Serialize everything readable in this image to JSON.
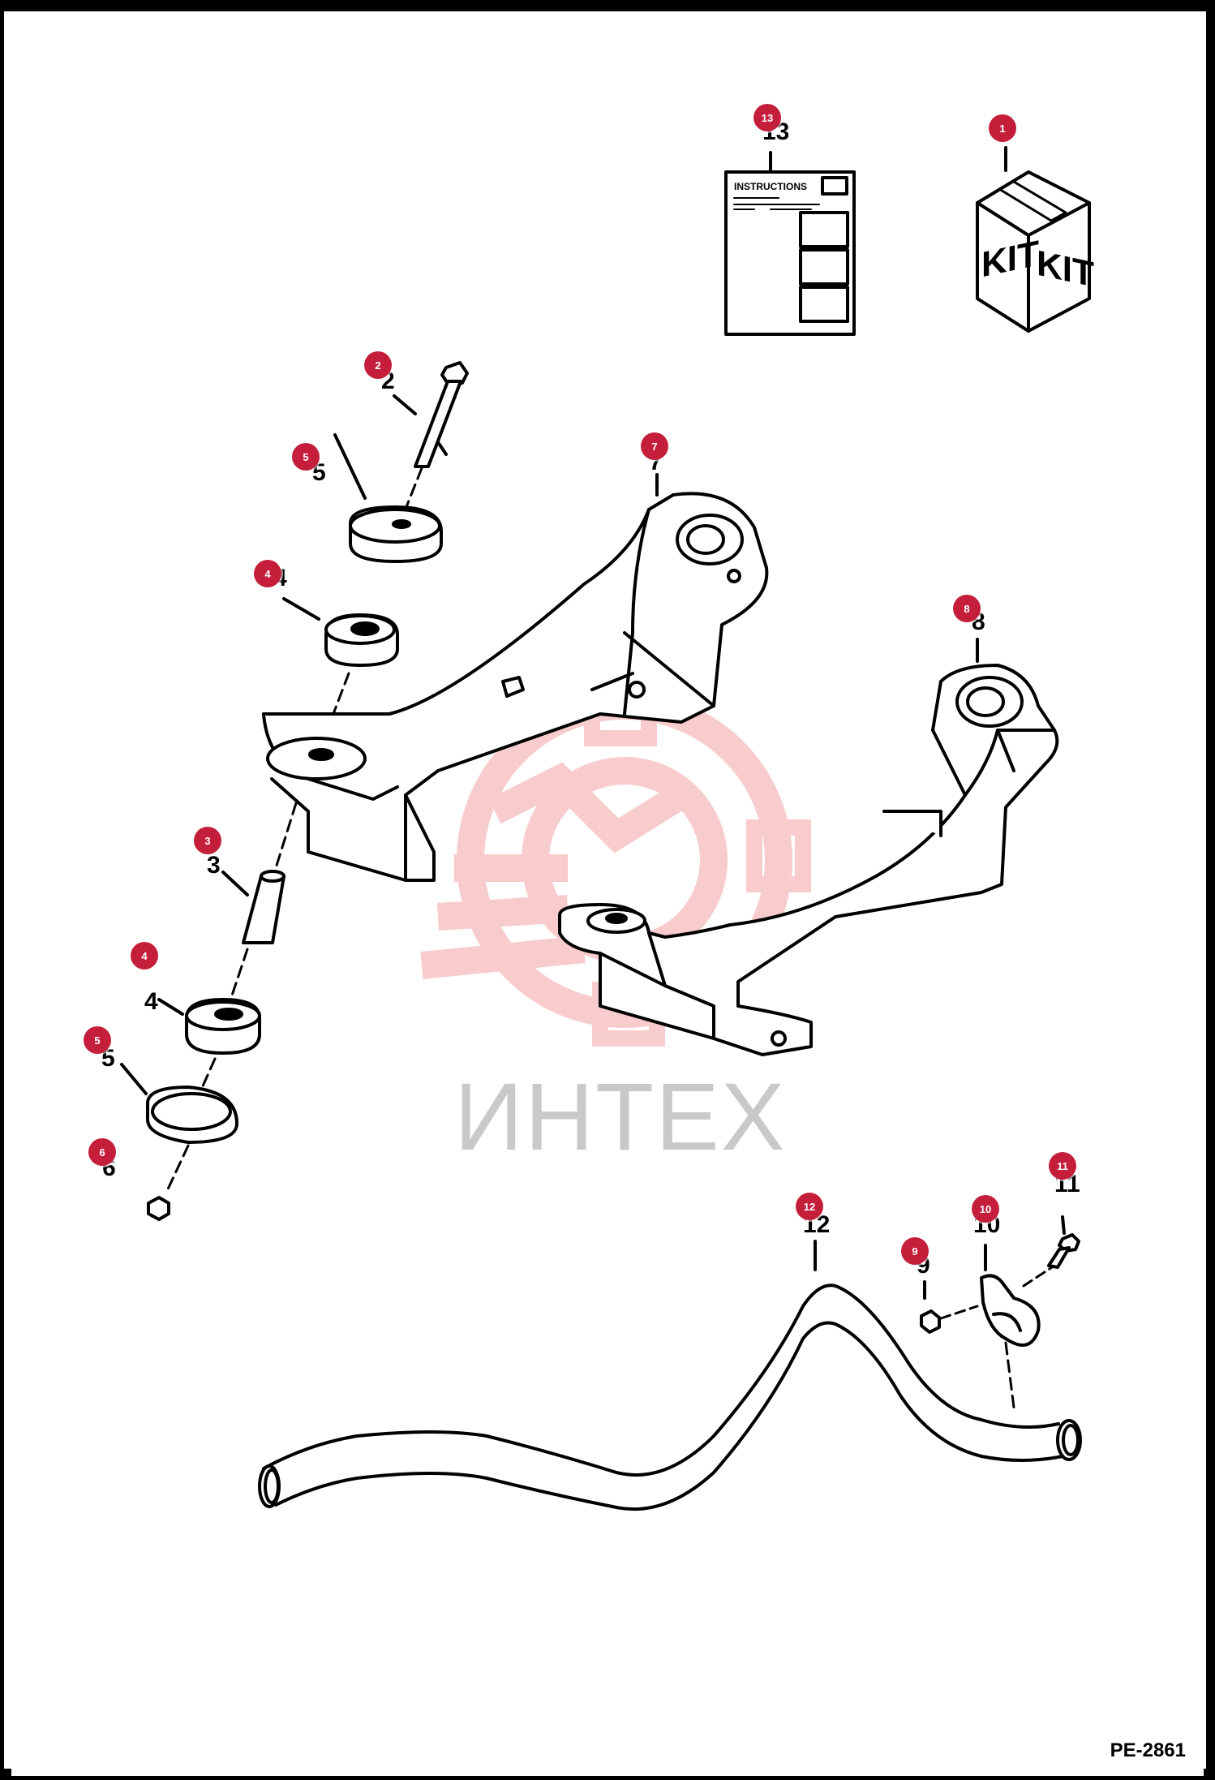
{
  "document_id": "PE-2861",
  "watermark_text": "ИНТЕХ",
  "kit_label": "KIT",
  "instructions_label": "INSTRUCTIONS",
  "colors": {
    "marker": "#c41e3a",
    "watermark": "#f4b8b8",
    "line": "#000000"
  },
  "callouts": [
    {
      "id": 1,
      "number": "1"
    },
    {
      "id": 2,
      "number": "2"
    },
    {
      "id": 3,
      "number": "3"
    },
    {
      "id": 4,
      "number": "4"
    },
    {
      "id": 5,
      "number": "5"
    },
    {
      "id": 6,
      "number": "6"
    },
    {
      "id": 7,
      "number": "7"
    },
    {
      "id": 8,
      "number": "8"
    },
    {
      "id": 9,
      "number": "9"
    },
    {
      "id": 10,
      "number": "10"
    },
    {
      "id": 11,
      "number": "11"
    },
    {
      "id": 12,
      "number": "12"
    },
    {
      "id": 13,
      "number": "13"
    }
  ]
}
